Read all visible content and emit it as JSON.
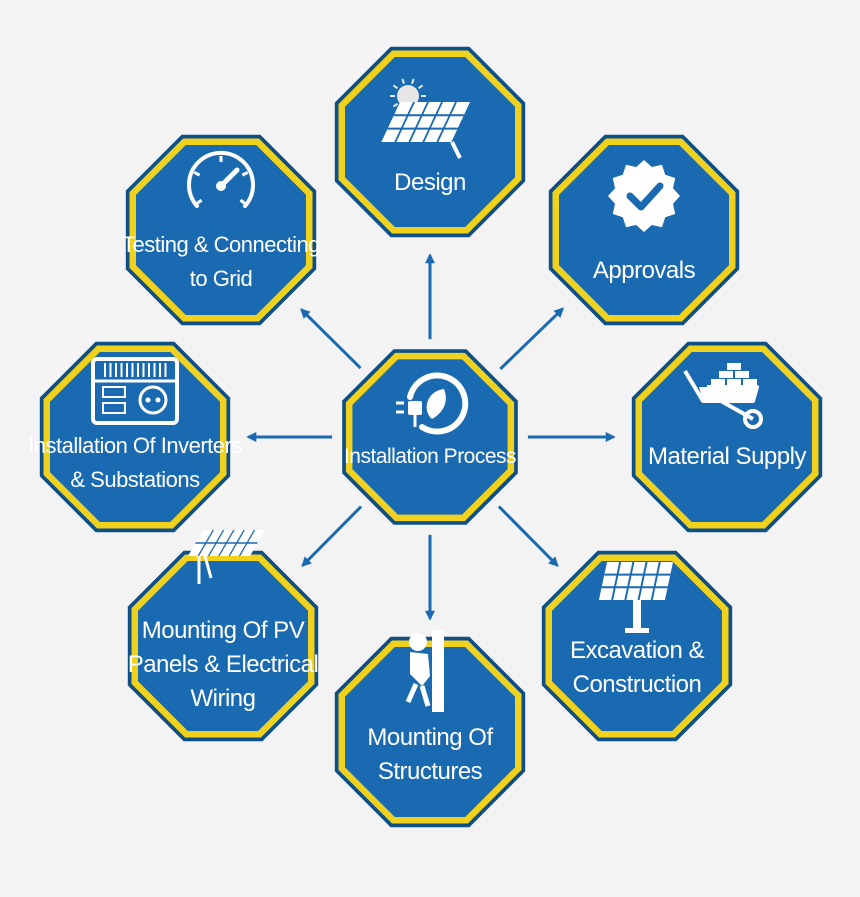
{
  "colors": {
    "background": "#f3f3f3",
    "octagon_fill": "#1a6ab1",
    "octagon_dark_border": "#0e4f86",
    "octagon_yellow_ring": "#f0d21e",
    "arrow": "#1a6ab1",
    "text": "#ffffff"
  },
  "center": {
    "label_lines": [
      "Installation Process"
    ],
    "icon": "plug-leaf-icon"
  },
  "steps": [
    {
      "id": "design",
      "label_lines": [
        "Design"
      ],
      "icon": "solar-panel-sun-icon"
    },
    {
      "id": "approvals",
      "label_lines": [
        "Approvals"
      ],
      "icon": "check-badge-icon"
    },
    {
      "id": "material-supply",
      "label_lines": [
        "Material Supply"
      ],
      "icon": "wheelbarrow-bricks-icon"
    },
    {
      "id": "excavation",
      "label_lines": [
        "Excavation &",
        "Construction"
      ],
      "icon": "solar-panel-stand-icon"
    },
    {
      "id": "mounting-structures",
      "label_lines": [
        "Mounting Of",
        "Structures"
      ],
      "icon": "climbing-worker-icon"
    },
    {
      "id": "mounting-pv",
      "label_lines": [
        "Mounting Of PV",
        "Panels & Electrical",
        "Wiring"
      ],
      "icon": "solar-array-icon"
    },
    {
      "id": "inverters",
      "label_lines": [
        "Installation Of Inverters",
        "& Substations"
      ],
      "icon": "inverter-icon"
    },
    {
      "id": "testing",
      "label_lines": [
        "Testing & Connecting",
        "to Grid"
      ],
      "icon": "gauge-icon"
    }
  ]
}
